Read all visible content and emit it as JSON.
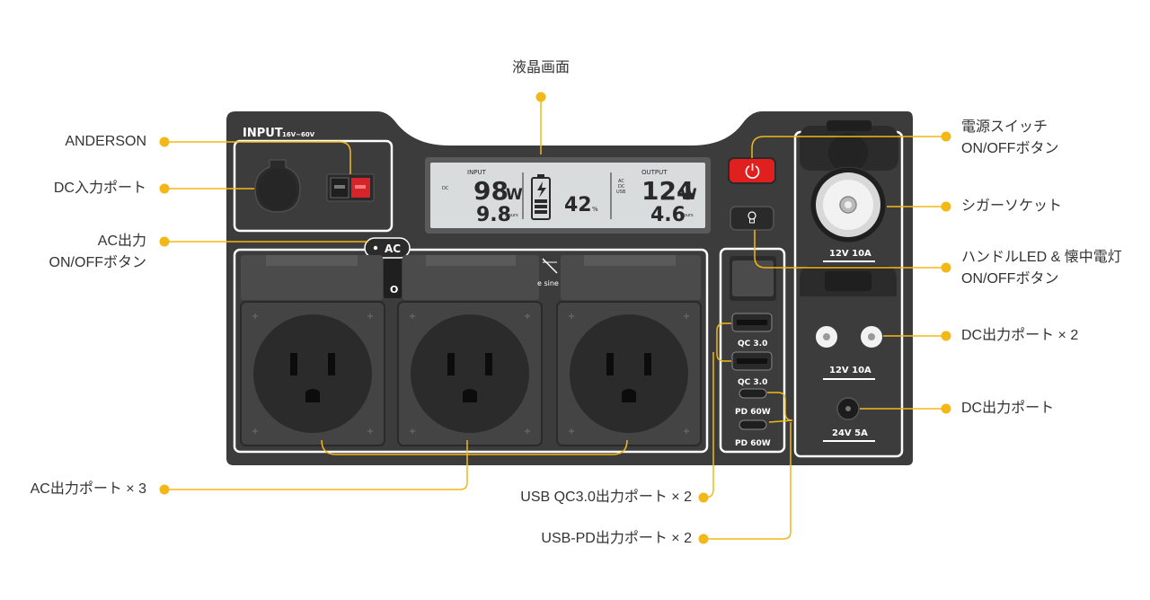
{
  "colors": {
    "accent": "#f3b817",
    "panel": "#3c3c3d",
    "panel_dark": "#2b2b2c",
    "outline": "#ffffff",
    "lcd_bg": "#d9dcdc",
    "lcd_text": "#2a2a2a",
    "power_button": "#e0201f",
    "anderson_red": "#d5252a"
  },
  "callouts": {
    "lcd_screen": [
      "液晶画面"
    ],
    "anderson": [
      "ANDERSON"
    ],
    "dc_input": [
      "DC入力ポート"
    ],
    "ac_switch": [
      "AC出力",
      "ON/OFFボタン"
    ],
    "ac_outlets": [
      "AC出力ポート × 3"
    ],
    "usb_qc": [
      "USB QC3.0出力ポート × 2"
    ],
    "usb_pd": [
      "USB-PD出力ポート × 2"
    ],
    "power_switch": [
      "電源スイッチ",
      "ON/OFFボタン"
    ],
    "cigar_socket": [
      "シガーソケット"
    ],
    "light_switch": [
      "ハンドルLED & 懐中電灯",
      "ON/OFFボタン"
    ],
    "dc_out_x2": [
      "DC出力ポート × 2"
    ],
    "dc_out": [
      "DC出力ポート"
    ]
  },
  "panel": {
    "input_title": "INPUT",
    "input_range": "16V~60V",
    "ac_tag": "AC",
    "ac_switch_mark": "O",
    "sine_mark": "e sine",
    "qc_label_1": "QC 3.0",
    "qc_label_2": "QC 3.0",
    "pd_label_1": "PD 60W",
    "pd_label_2": "PD 60W",
    "cigar_rating": "12V 10A",
    "dc_pair_rating": "12V 10A",
    "dc_barrel_rating": "24V 5A"
  },
  "lcd": {
    "input_label": "INPUT",
    "output_label": "OUTPUT",
    "dc_tag": "DC",
    "out_tags": [
      "AC",
      "DC",
      "USB"
    ],
    "input_watts": "98",
    "watt_unit": "W",
    "input_hours": "9.8",
    "hours_unit": "Hours",
    "battery_percent": "42",
    "percent_unit": "%",
    "output_watts": "124",
    "output_watt_unit": "W",
    "output_hours": "4.6",
    "output_hours_unit": "Hours"
  }
}
